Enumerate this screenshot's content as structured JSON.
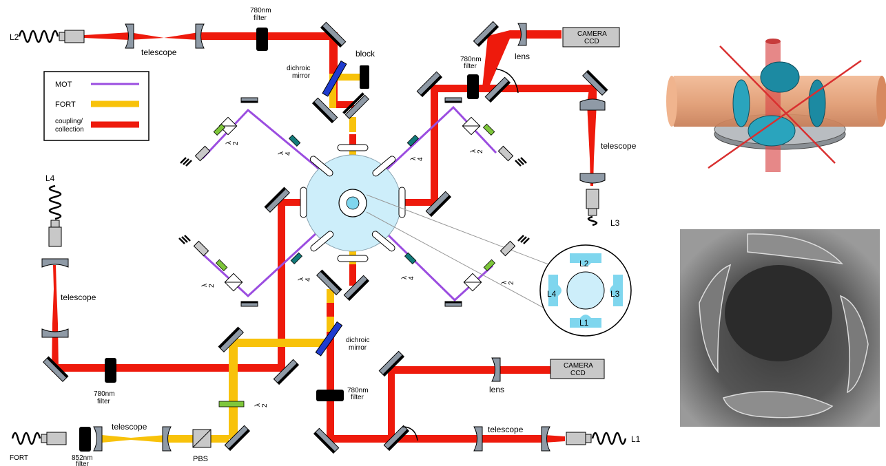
{
  "lasers": {
    "l1": "L1",
    "l2": "L2",
    "l3": "L3",
    "l4": "L4",
    "fort": "FORT"
  },
  "labels": {
    "telescope": "telescope",
    "filter_780nm_a": "780nm",
    "filter_780nm_b": "filter",
    "filter_852nm_a": "852nm",
    "filter_852nm_b": "filter",
    "dichroic_a": "dichroic",
    "dichroic_b": "mirror",
    "block": "block",
    "lens": "lens",
    "camera_a": "CAMERA",
    "camera_b": "CCD",
    "pbs": "PBS",
    "half_wave_num": "λ",
    "half_wave_den": "2",
    "quarter_wave_num": "λ",
    "quarter_wave_den": "4"
  },
  "legend": {
    "items": [
      {
        "label_lines": [
          "MOT"
        ],
        "color": "#9b4de0"
      },
      {
        "label_lines": [
          "FORT"
        ],
        "color": "#f8c20a"
      },
      {
        "label_lines": [
          "coupling/",
          "collection"
        ],
        "color": "#ee1a0c"
      }
    ]
  },
  "inset": {
    "top": "L2",
    "bottom": "L1",
    "left": "L4",
    "right": "L3"
  },
  "colors": {
    "coupling": "#ee1a0c",
    "fort": "#f8c20a",
    "mot": "#9b4de0",
    "optic_gray": "#8f9aa6",
    "dichroic_blue": "#1f3ccf",
    "half_waveplate": "#7ec63b",
    "quarter_waveplate": "#127a7a",
    "vacuum_cell": "#cdeefa",
    "inset_pad": "#7fd6ee",
    "camera_box": "#c8c8c8"
  }
}
